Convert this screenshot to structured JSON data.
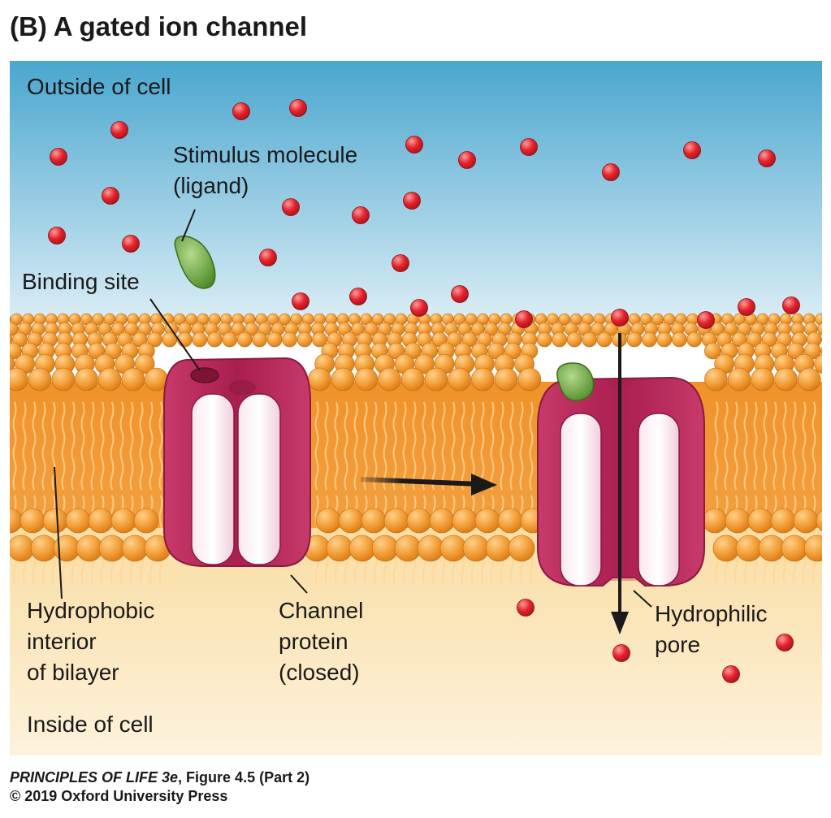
{
  "title": "(B)  A gated ion channel",
  "labels": {
    "outside": "Outside of cell",
    "stimulus": [
      "Stimulus molecule",
      "(ligand)"
    ],
    "binding_site": "Binding site",
    "hydrophobic": [
      "Hydrophobic",
      "interior",
      "of bilayer"
    ],
    "channel": [
      "Channel",
      "protein",
      "(closed)"
    ],
    "hydrophilic": [
      "Hydrophilic",
      "pore"
    ],
    "inside": "Inside of cell"
  },
  "credit": {
    "book": "PRINCIPLES OF LIFE 3e",
    "figure": ", Figure 4.5 (Part 2)",
    "copyright": "© 2019 Oxford University Press"
  },
  "colors": {
    "outside_top": "#4aa6cf",
    "outside_bottom": "#e4f2f7",
    "inside_top": "#f9dca0",
    "inside_bottom": "#fdf2dc",
    "lipid_head": "#ef9a2c",
    "lipid_tail": "#e88f1f",
    "protein": "#b82a5c",
    "protein_light": "#f4d6e2",
    "ion": "#e3232b",
    "ligand": "#6aa63a"
  }
}
